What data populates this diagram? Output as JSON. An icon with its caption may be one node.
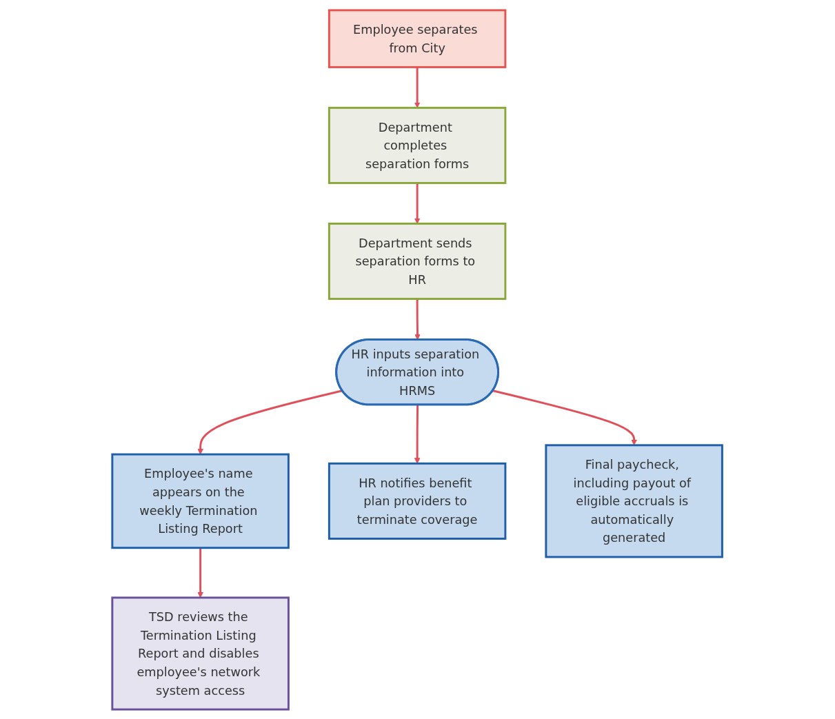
{
  "diagram": {
    "nodes": [
      {
        "text": [
          "Employee separates from City"
        ]
      },
      {
        "text": [
          "Department completes separation forms"
        ]
      },
      {
        "text": [
          "Department sends separation forms to HR"
        ]
      },
      {
        "text": [
          "HR inputs separation information into HRMS"
        ]
      },
      {
        "text": [
          "Employee's name appears on the weekly Termination Listing Report"
        ]
      },
      {
        "text": [
          "HR notifies benefit plan providers to terminate coverage"
        ]
      },
      {
        "text": [
          "Final paycheck, including payout of eligible accruals is automatically generated"
        ]
      },
      {
        "text": [
          "TSD reviews the Termination Listing Report and disables employee's network system access"
        ]
      }
    ],
    "edges": [
      {
        "from": 0,
        "to": 1,
        "arrow": "to"
      },
      {
        "from": 1,
        "to": 2,
        "arrow": "to"
      },
      {
        "from": 2,
        "to": 3,
        "arrow": "to"
      },
      {
        "from": 3,
        "to": 4,
        "arrow": "to"
      },
      {
        "from": 3,
        "to": 5,
        "arrow": "to"
      },
      {
        "from": 3,
        "to": 6,
        "arrow": "to"
      },
      {
        "from": 4,
        "to": 7,
        "arrow": "to"
      }
    ]
  }
}
